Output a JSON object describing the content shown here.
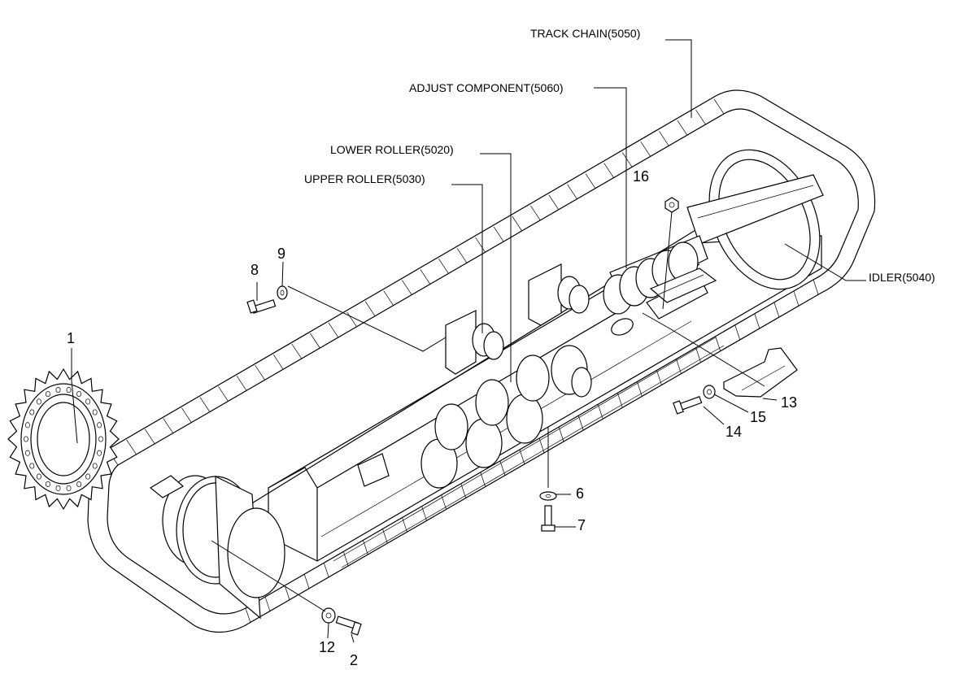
{
  "labels": {
    "track_chain": "TRACK CHAIN(5050)",
    "adjust_component": "ADJUST COMPONENT(5060)",
    "lower_roller": "LOWER ROLLER(5020)",
    "upper_roller": "UPPER ROLLER(5030)",
    "idler": "IDLER(5040)"
  },
  "callouts": {
    "n1": "1",
    "n2": "2",
    "n6": "6",
    "n7": "7",
    "n8": "8",
    "n9": "9",
    "n12": "12",
    "n13": "13",
    "n14": "14",
    "n15": "15",
    "n16": "16"
  },
  "colors": {
    "line": "#000000",
    "background": "#ffffff"
  }
}
